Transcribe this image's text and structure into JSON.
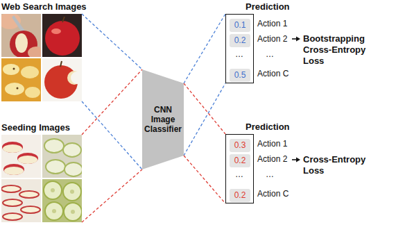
{
  "diagram": {
    "nodes": [
      {
        "text": [
          "Web Search Images"
        ]
      },
      {
        "text": [
          "Seeding Images"
        ]
      },
      {
        "text": [
          "CNN Image Classifier"
        ]
      },
      {
        "text": [
          "Prediction"
        ]
      },
      {
        "text": [
          "0.1"
        ],
        "in": 3
      },
      {
        "text": [
          "0.2"
        ],
        "in": 3
      },
      {
        "text": [
          "0.5"
        ],
        "in": 3
      },
      {
        "text": [
          "Prediction"
        ]
      },
      {
        "text": [
          "0.3"
        ],
        "in": 7
      },
      {
        "text": [
          "0.2"
        ],
        "in": 7
      },
      {
        "text": [
          "0.2"
        ],
        "in": 7
      }
    ],
    "edges": [
      {
        "from": 0,
        "to": 2,
        "arrow": "none"
      },
      {
        "from": 0,
        "to": 2,
        "arrow": "none"
      },
      {
        "from": 1,
        "to": 2,
        "arrow": "none"
      },
      {
        "from": 1,
        "to": 2,
        "arrow": "none"
      },
      {
        "from": 2,
        "to": 3,
        "arrow": "none"
      },
      {
        "from": 2,
        "to": 3,
        "arrow": "none"
      },
      {
        "from": 2,
        "to": 7,
        "arrow": "none"
      },
      {
        "from": 2,
        "to": 7,
        "arrow": "none"
      }
    ],
    "labels": [
      "…",
      "Action 1",
      "Action 2",
      "…",
      "Action C",
      "Bootstrapping Cross-Entropy Loss",
      "…",
      "Action 1",
      "Action 2",
      "…",
      "Action C",
      "Cross-Entropy Loss"
    ]
  }
}
